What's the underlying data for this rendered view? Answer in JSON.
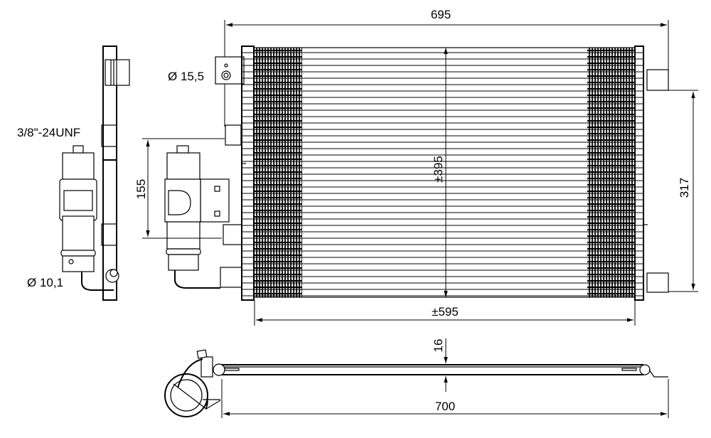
{
  "dimensions": {
    "overall_width": "695",
    "core_height": "±395",
    "bracket_spacing": "317",
    "core_width": "±595",
    "drier_height": "155",
    "pipe_diameter_top": "Ø 15,5",
    "thread": "3/8\"-24UNF",
    "pipe_diameter_bottom": "Ø 10,1",
    "thickness": "16",
    "overall_length": "700"
  }
}
